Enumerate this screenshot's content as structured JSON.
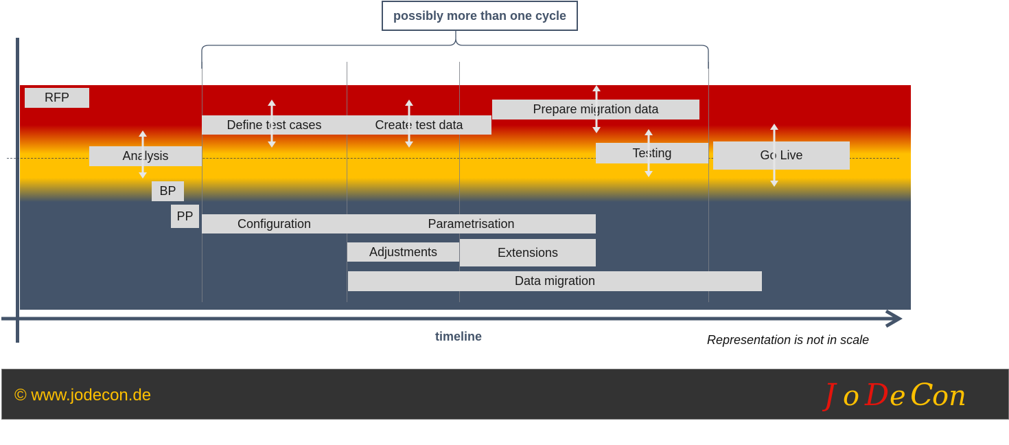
{
  "cycle_label": "possibly more than one cycle",
  "timeline_label": "timeline",
  "scale_note": "Representation is not in scale",
  "boxes": {
    "rfp": "RFP",
    "analysis": "Analysis",
    "bp": "BP",
    "pp": "PP",
    "define_test_cases": "Define test cases",
    "create_test_data": "Create test data",
    "prepare_migration_data": "Prepare migration data",
    "testing": "Testing",
    "go_live": "Go Live",
    "configuration": "Configuration",
    "parametrisation": "Parametrisation",
    "adjustments": "Adjustments",
    "extensions": "Extensions",
    "data_migration": "Data migration"
  },
  "footer": {
    "copyright": "© www.jodecon.de",
    "logo": "JoDeCon"
  },
  "colors": {
    "top_band": "#c00000",
    "middle_band": "#ffc000",
    "bottom_band": "#44546a",
    "box_fill": "#d9d9d9",
    "footer_bg": "#333333",
    "footer_text": "#ffc000",
    "logo_red": "#e3140c",
    "logo_yellow": "#ffc000"
  }
}
